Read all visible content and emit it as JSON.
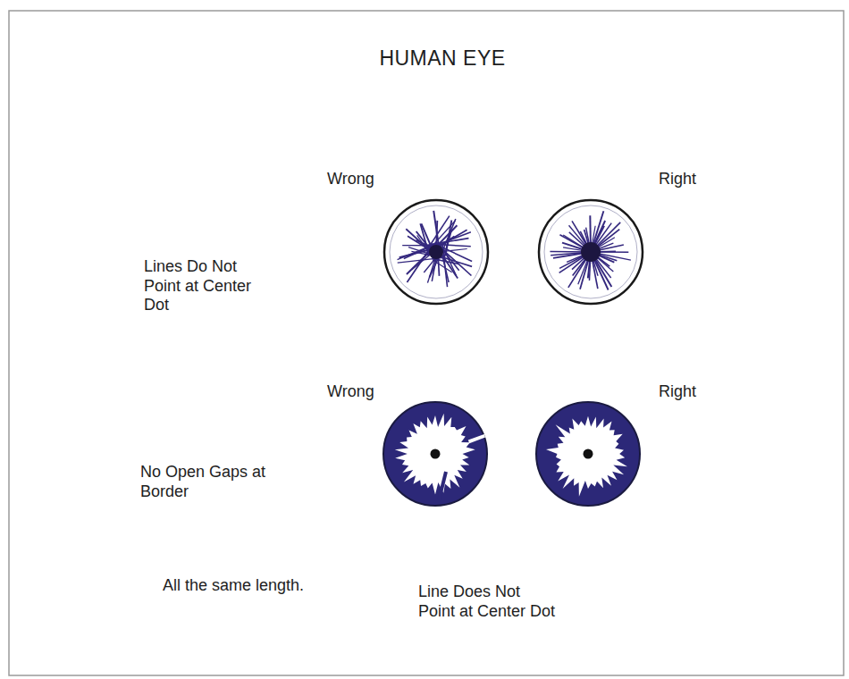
{
  "diagram": {
    "title": "HUMAN EYE",
    "labels": [
      "Wrong",
      "Right",
      "Lines Do Not Point at Center Dot",
      "Wrong",
      "Right",
      "No Open Gaps at Border",
      "All the same length.",
      "Line Does Not Point at Center Dot"
    ]
  }
}
